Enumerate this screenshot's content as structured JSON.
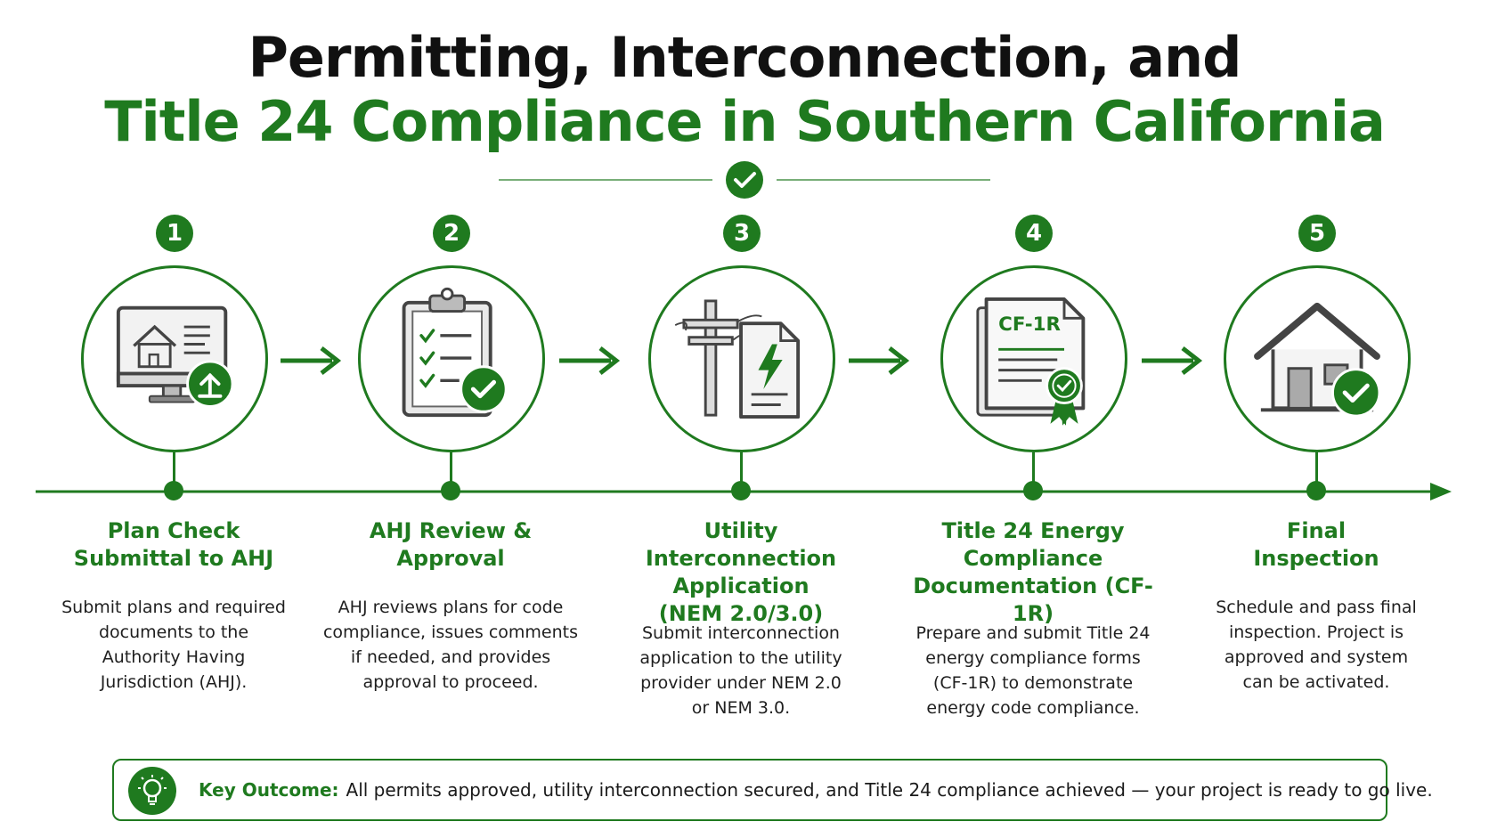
{
  "title": {
    "line1": "Permitting, Interconnection, and",
    "line2": "Title 24 Compliance in Southern California"
  },
  "colors": {
    "accent": "#1f7a1f",
    "text": "#1a1a1a",
    "icon_gray": "#555555"
  },
  "steps": [
    {
      "number": "1",
      "title": "Plan Check\nSubmittal to AHJ",
      "description": "Submit plans and required\ndocuments to the\nAuthority Having\nJurisdiction (AHJ).",
      "icon": "computer-upload-icon"
    },
    {
      "number": "2",
      "title": "AHJ Review &\nApproval",
      "description": "AHJ reviews plans for code\ncompliance, issues comments\nif needed, and provides\napproval to proceed.",
      "icon": "clipboard-check-icon"
    },
    {
      "number": "3",
      "title": "Utility Interconnection\nApplication\n(NEM 2.0/3.0)",
      "description": "Submit interconnection\napplication to the utility\nprovider under NEM 2.0\nor NEM 3.0.",
      "icon": "utility-pole-document-icon"
    },
    {
      "number": "4",
      "title": "Title 24 Energy\nCompliance\nDocumentation (CF-1R)",
      "description": "Prepare and submit Title 24\nenergy compliance forms\n(CF-1R) to demonstrate\nenergy code compliance.",
      "icon": "certificate-document-icon",
      "icon_label": "CF-1R"
    },
    {
      "number": "5",
      "title": "Final\nInspection",
      "description": "Schedule and pass final\ninspection. Project is\napproved and system\ncan be activated.",
      "icon": "house-check-icon"
    }
  ],
  "outcome": {
    "label": "Key Outcome:",
    "text": "All permits approved, utility interconnection secured, and Title 24 compliance achieved — your project is ready to go live.",
    "icon": "lightbulb-icon"
  }
}
